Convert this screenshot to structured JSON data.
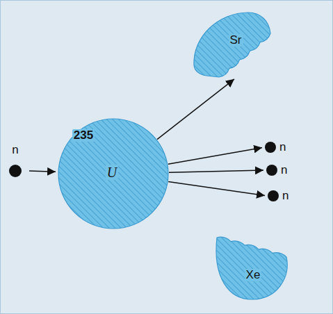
{
  "diagram": {
    "nodes": [
      {
        "text": [
          "n"
        ]
      },
      {
        "text": [
          "235",
          "U"
        ]
      },
      {
        "text": [
          "Sr"
        ]
      },
      {
        "text": [
          "n"
        ]
      },
      {
        "text": [
          "n"
        ]
      },
      {
        "text": [
          "n"
        ]
      },
      {
        "text": [
          "Xe"
        ]
      }
    ],
    "edges": [
      {
        "from": 0,
        "to": 1,
        "arrow": "to"
      },
      {
        "from": 1,
        "to": 2,
        "arrow": "to"
      },
      {
        "from": 1,
        "to": 3,
        "arrow": "to"
      },
      {
        "from": 1,
        "to": 4,
        "arrow": "to"
      },
      {
        "from": 1,
        "to": 5,
        "arrow": "to"
      }
    ]
  }
}
